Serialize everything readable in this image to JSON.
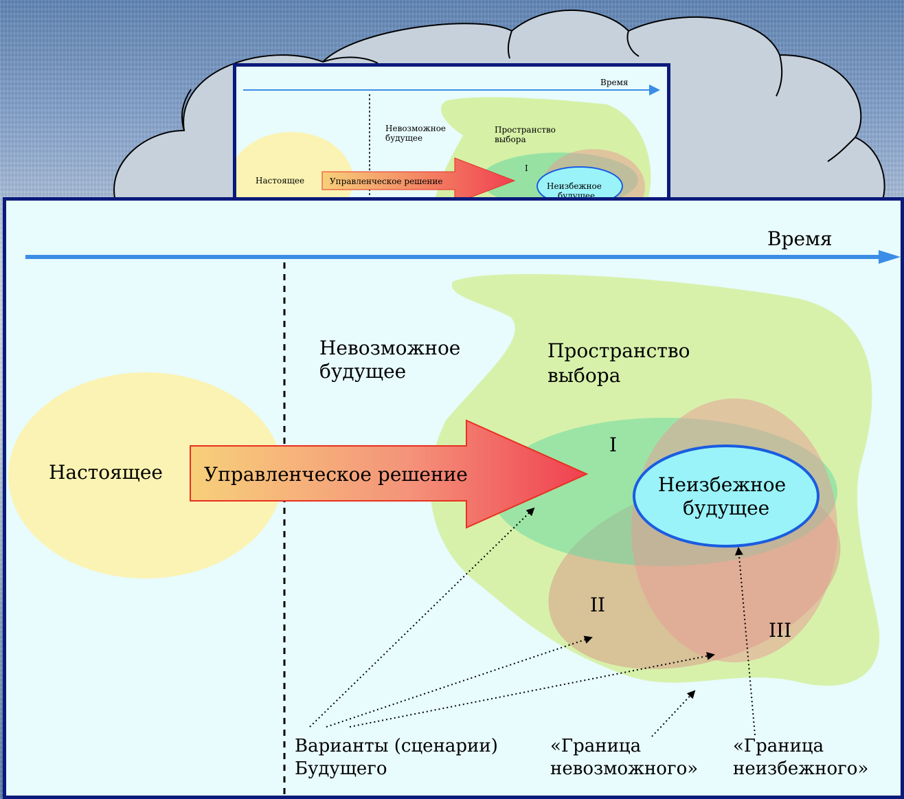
{
  "diagram": {
    "time_label": "Время",
    "present_label": "Настоящее",
    "decision_label": "Управленческое решение",
    "impossible_future_label": [
      "Невозможное",
      "будущее"
    ],
    "choice_space_label": [
      "Пространство",
      "выбора"
    ],
    "inevitable_future_label": [
      "Неизбежное",
      "будущее"
    ],
    "scenario_numerals": [
      "I",
      "II",
      "III"
    ],
    "scenarios_label": [
      "Варианты (сценарии)",
      "Будущего"
    ],
    "impossible_border_label": [
      "«Граница",
      "невозможного»"
    ],
    "inevitable_border_label": [
      "«Граница",
      "неизбежного»"
    ]
  },
  "colors": {
    "panel_background": "#e8fbfd",
    "panel_border": "#0a1a7a",
    "time_arrow": "#3a8de6",
    "present_circle": "#fbf3b3",
    "choice_space": "#d6f0a6",
    "scenario_I": "#6cd8a2",
    "scenario_II": "#d99a88",
    "scenario_III": "#e89a96",
    "inevitable_fill": "#9af3f8",
    "inevitable_border": "#1a5ce0",
    "decision_gradient_start": "#f7d07a",
    "decision_gradient_end": "#f04050",
    "decision_border": "#e83020"
  }
}
